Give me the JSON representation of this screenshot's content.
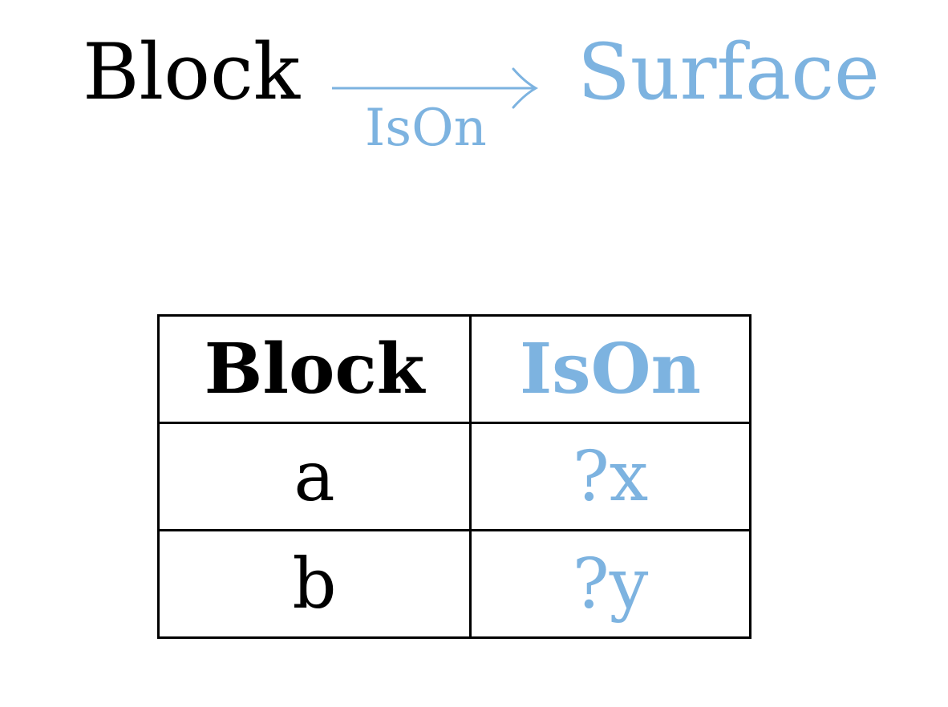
{
  "relation": {
    "source": "Block",
    "edge_label": "IsOn",
    "target": "Surface"
  },
  "table": {
    "headers": [
      "Block",
      "IsOn"
    ],
    "rows": [
      [
        "a",
        "?x"
      ],
      [
        "b",
        "?y"
      ]
    ]
  },
  "colors": {
    "accent": "#7db3e0",
    "text": "#000000"
  }
}
